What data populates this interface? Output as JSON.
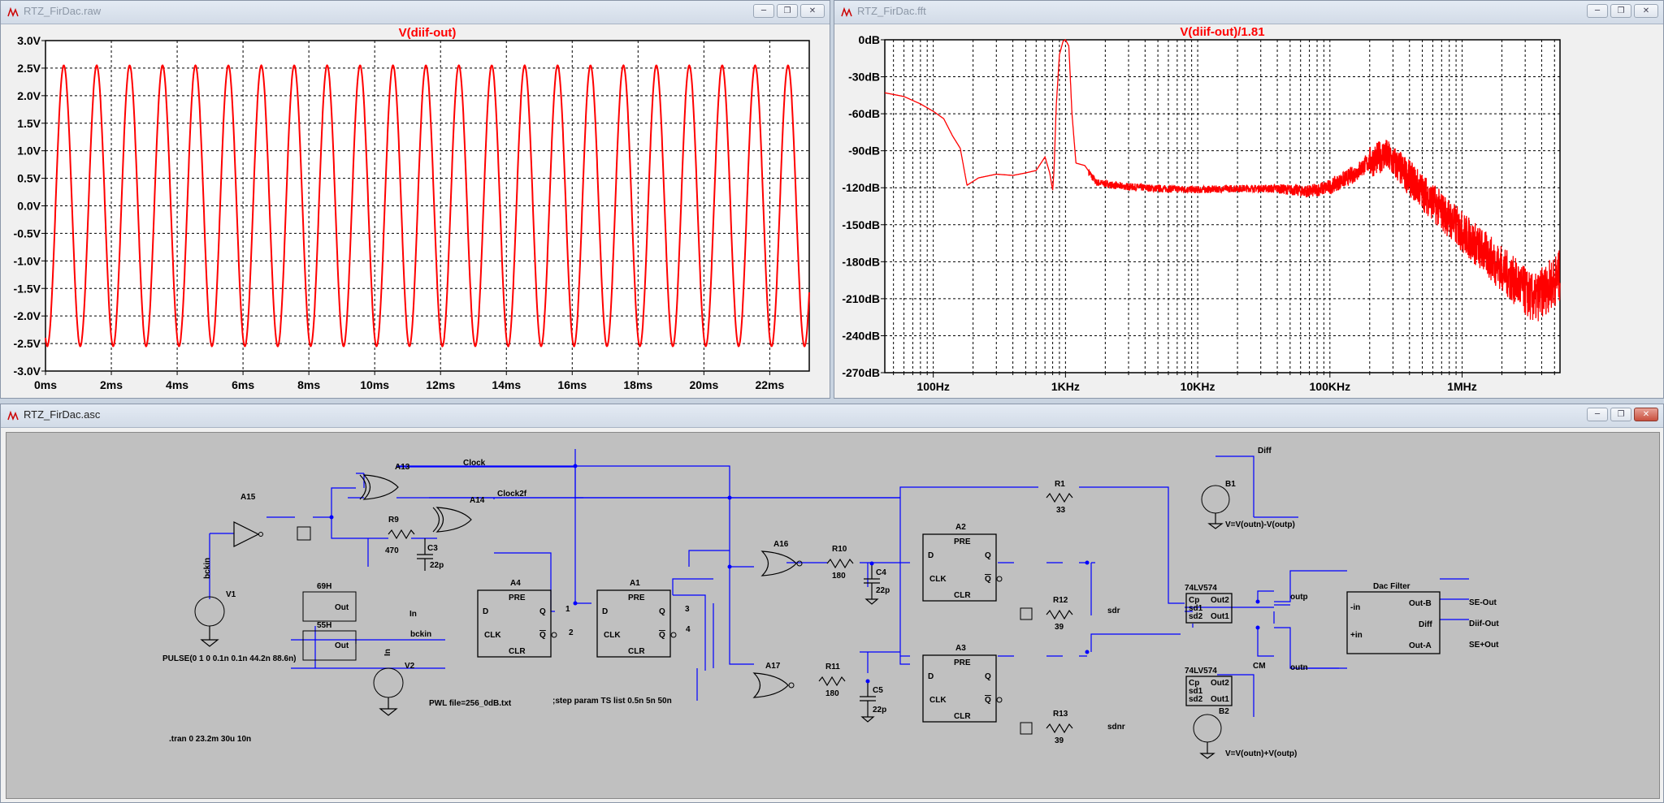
{
  "windows": {
    "transient": {
      "title": "RTZ_FirDac.raw"
    },
    "fft": {
      "title": "RTZ_FirDac.fft"
    },
    "schematic": {
      "title": "RTZ_FirDac.asc"
    }
  },
  "colors": {
    "trace": "#ff0000",
    "wire": "#0000ff",
    "schematic_bg": "#c0c0c0",
    "plot_bg": "#ffffff",
    "grid": "#000000"
  },
  "icons": {
    "window_controls": [
      "minimize-icon",
      "restore-icon",
      "close-icon"
    ],
    "app": "ltspice-icon"
  },
  "chart_data": [
    {
      "type": "line",
      "title": "V(diif-out)",
      "xlabel": "",
      "ylabel": "",
      "x_tick_labels": [
        "0ms",
        "2ms",
        "4ms",
        "6ms",
        "8ms",
        "10ms",
        "12ms",
        "14ms",
        "16ms",
        "18ms",
        "20ms",
        "22ms"
      ],
      "y_tick_labels": [
        "3.0V",
        "2.5V",
        "2.0V",
        "1.5V",
        "1.0V",
        "0.5V",
        "0.0V",
        "-0.5V",
        "-1.0V",
        "-1.5V",
        "-2.0V",
        "-2.5V",
        "-3.0V"
      ],
      "xlim": [
        0,
        23.2
      ],
      "ylim": [
        -3.0,
        3.0
      ],
      "grid": true,
      "series": [
        {
          "name": "V(diif-out)",
          "frequency_khz": 1.0,
          "amplitude_v": 2.55,
          "phase_deg": 250
        }
      ]
    },
    {
      "type": "line",
      "title": "V(diif-out)/1.81",
      "xscale": "log",
      "x_tick_labels": [
        "100Hz",
        "1KHz",
        "10KHz",
        "100KHz",
        "1MHz"
      ],
      "y_tick_labels": [
        "0dB",
        "-30dB",
        "-60dB",
        "-90dB",
        "-120dB",
        "-150dB",
        "-180dB",
        "-210dB",
        "-240dB",
        "-270dB"
      ],
      "xlim_hz": [
        43,
        5500000
      ],
      "ylim": [
        -270,
        0
      ],
      "grid": true,
      "series": [
        {
          "name": "V(diif-out)/1.81",
          "points": [
            [
              43,
              -43
            ],
            [
              60,
              -46
            ],
            [
              80,
              -52
            ],
            [
              100,
              -58
            ],
            [
              120,
              -64
            ],
            [
              140,
              -78
            ],
            [
              160,
              -88
            ],
            [
              180,
              -118
            ],
            [
              220,
              -112
            ],
            [
              300,
              -109
            ],
            [
              400,
              -110
            ],
            [
              500,
              -108
            ],
            [
              600,
              -106
            ],
            [
              700,
              -95
            ],
            [
              760,
              -108
            ],
            [
              800,
              -122
            ],
            [
              820,
              -105
            ],
            [
              850,
              -55
            ],
            [
              900,
              -12
            ],
            [
              960,
              -1
            ],
            [
              1000,
              0
            ],
            [
              1060,
              -5
            ],
            [
              1120,
              -60
            ],
            [
              1200,
              -100
            ],
            [
              1400,
              -102
            ],
            [
              1700,
              -115
            ],
            [
              2500,
              -118
            ],
            [
              5000,
              -120
            ],
            [
              10000,
              -121
            ],
            [
              20000,
              -120
            ],
            [
              40000,
              -120
            ],
            [
              70000,
              -122
            ],
            [
              100000,
              -118
            ],
            [
              150000,
              -108
            ],
            [
              200000,
              -97
            ],
            [
              260000,
              -90
            ],
            [
              330000,
              -100
            ],
            [
              500000,
              -120
            ],
            [
              1000000,
              -152
            ],
            [
              2000000,
              -182
            ],
            [
              3500000,
              -207
            ],
            [
              5500000,
              -187
            ]
          ]
        }
      ]
    }
  ],
  "schematic": {
    "components": [
      {
        "id": "A15",
        "label": "A15"
      },
      {
        "id": "A13",
        "label": "A13"
      },
      {
        "id": "A14",
        "label": "A14"
      },
      {
        "id": "A16",
        "label": "A16"
      },
      {
        "id": "A17",
        "label": "A17"
      },
      {
        "id": "A4",
        "label": "A4"
      },
      {
        "id": "A1",
        "label": "A1"
      },
      {
        "id": "A2",
        "label": "A2"
      },
      {
        "id": "A3",
        "label": "A3"
      },
      {
        "id": "R9",
        "label": "R9",
        "value": "470"
      },
      {
        "id": "R10",
        "label": "R10",
        "value": "180"
      },
      {
        "id": "R11",
        "label": "R11",
        "value": "180"
      },
      {
        "id": "R12",
        "label": "R12",
        "value": "39"
      },
      {
        "id": "R13",
        "label": "R13",
        "value": "39"
      },
      {
        "id": "R1",
        "label": "R1",
        "value": "33"
      },
      {
        "id": "C3",
        "label": "C3",
        "value": "22p"
      },
      {
        "id": "C4",
        "label": "C4",
        "value": "22p"
      },
      {
        "id": "C5",
        "label": "C5",
        "value": "22p"
      },
      {
        "id": "V1",
        "label": "V1"
      },
      {
        "id": "V2",
        "label": "V2"
      },
      {
        "id": "B1",
        "label": "B1"
      },
      {
        "id": "B2",
        "label": "B2"
      }
    ],
    "nets": {
      "clock": "Clock",
      "clock2f": "Clock2f",
      "bckin": "bckin",
      "bckin2": "bckin",
      "in": "In",
      "in2": "In",
      "sdr": "sdr",
      "sdnr": "sdnr",
      "outp": "outp",
      "outn": "outn",
      "diff": "Diff",
      "cm": "CM",
      "n1": "1",
      "n2": "2",
      "n3": "3",
      "n4": "4"
    },
    "boxes": {
      "h69": "69H",
      "h55": "55H",
      "out": "Out",
      "ic1": "74LV574",
      "ic2": "74LV574",
      "dac": "Dac Filter"
    },
    "pins": {
      "d": "D",
      "clk": "CLK",
      "pre": "PRE",
      "clr": "CLR",
      "q": "Q",
      "qbar": "Q",
      "cp": "Cp",
      "sd1": "sd1",
      "sd2": "sd2",
      "out1": "Out1",
      "out2": "Out2",
      "in_neg": "-in",
      "in_pos": "+in",
      "outb": "Out-B",
      "diffp": "Diff",
      "outa": "Out-A"
    },
    "outs": {
      "se_minus": "SE-Out",
      "diif_out": "Diif-Out",
      "se_plus": "SE+Out"
    },
    "directives": {
      "pulse": "PULSE(0 1 0 0.1n 0.1n 44.2n 88.6n)",
      "pwl": "PWL file=256_0dB.txt",
      "step": ";step param TS list 0.5n 5n 50n",
      "tran": ".tran 0 23.2m 30u 10n",
      "b1expr": "V=V(outn)-V(outp)",
      "b2expr": "V=V(outn)+V(outp)"
    }
  }
}
